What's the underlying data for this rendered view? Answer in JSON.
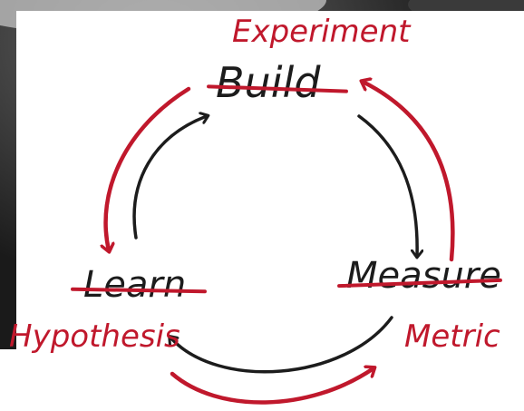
{
  "diagram": {
    "nodes": {
      "build": {
        "label": "Build",
        "replacement": "Experiment"
      },
      "measure": {
        "label": "Measure",
        "replacement": "Metric"
      },
      "learn": {
        "label": "Learn",
        "replacement": "Hypothesis"
      }
    },
    "colors": {
      "original": "#1c1c1c",
      "replacement": "#c0182c",
      "photo_background": "#2a2a2a"
    }
  }
}
